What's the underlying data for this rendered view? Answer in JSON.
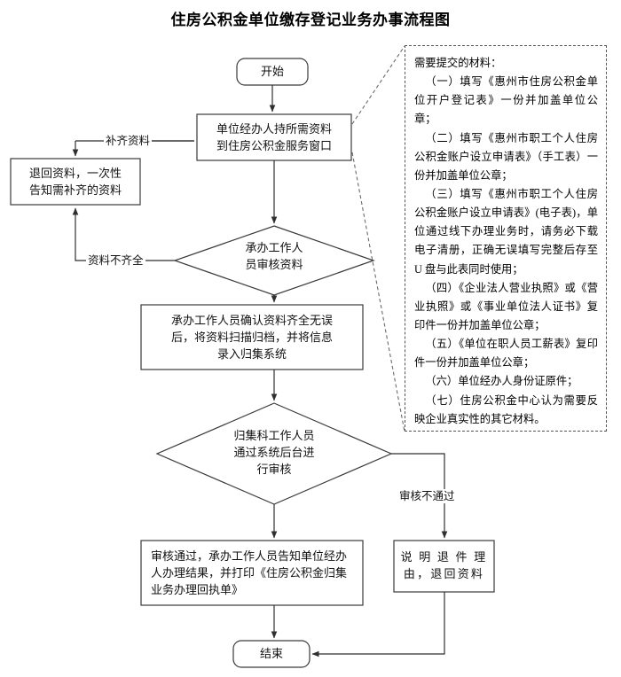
{
  "title": "住房公积金单位缴存登记业务办事流程图",
  "flowchart": {
    "type": "flowchart",
    "nodes": [
      {
        "id": "start",
        "shape": "terminator",
        "label": "开始"
      },
      {
        "id": "submit",
        "shape": "process",
        "label": "单位经办人持所需资料\n到住房公积金服务窗口"
      },
      {
        "id": "return-doc",
        "shape": "process",
        "label": "退回资料，一次性\n告知需补齐的资料"
      },
      {
        "id": "review1",
        "shape": "decision",
        "label": "承办工作人\n员审核资料"
      },
      {
        "id": "archive",
        "shape": "process",
        "label": "承办工作人员确认资料齐全无误\n后，将资料扫描归档，并将信息\n录入归集系统"
      },
      {
        "id": "review2",
        "shape": "decision",
        "label": "归集科工作人员\n通过系统后台进\n行审核"
      },
      {
        "id": "passed",
        "shape": "process",
        "label": "审核通过，承办工作人员告知单位经办\n人办理结果，并打印《住房公积金归集\n业务办理回执单》"
      },
      {
        "id": "rejected",
        "shape": "process",
        "label": "说 明 退 件 理\n由，退回资料"
      },
      {
        "id": "end",
        "shape": "terminator",
        "label": "结束"
      }
    ],
    "edge_labels": [
      {
        "id": "supplement",
        "label": "补齐资料"
      },
      {
        "id": "incomplete",
        "label": "资料不齐全"
      },
      {
        "id": "review-failed",
        "label": "审核不通过"
      }
    ]
  },
  "notes": {
    "heading": "需要提交的材料：",
    "items": [
      "（一）填写《惠州市住房公积金单位开户登记表》一份并加盖单位公章；",
      "（二）填写《惠州市职工个人住房公积金账户设立申请表》（手工表）一份并加盖单位公章；",
      "（三）填写《惠州市职工个人住房公积金账户设立申请表》(电子表)，单位通过线下办理业务时，请务必下载电子清册，正确无误填写完整后存至 U 盘与此表同时使用；",
      "（四）《企业法人营业执照》或《营业执照》或《事业单位法人证书》复印件一份并加盖单位公章；",
      "（五）《单位在职人员工薪表》复印件一份并加盖单位公章；",
      "（六）单位经办人身份证原件；",
      "（七）住房公积金中心认为需要反映企业真实性的其它材料。"
    ]
  },
  "colors": {
    "stroke": "#3a3a3a",
    "dashed": "#555555",
    "text": "#111111",
    "background": "#ffffff"
  }
}
